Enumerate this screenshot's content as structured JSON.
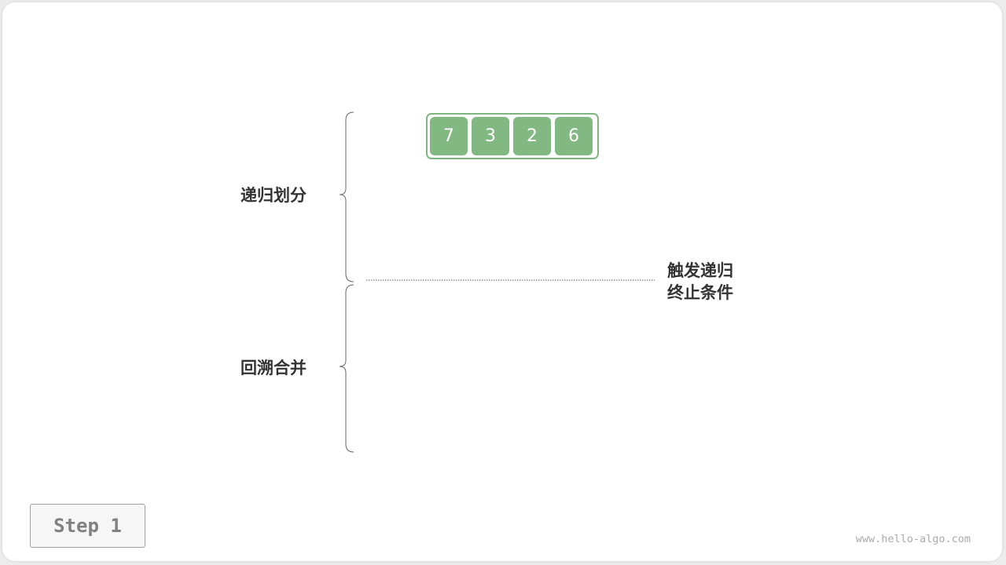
{
  "labels": {
    "divide": "递归划分",
    "merge": "回溯合并",
    "condition_line1": "触发递归",
    "condition_line2": "终止条件"
  },
  "array": [
    7,
    3,
    2,
    6
  ],
  "step": "Step 1",
  "watermark": "www.hello-algo.com",
  "colors": {
    "cell_fill": "#82b882",
    "frame_border": "#7fb67f",
    "text": "#333333"
  }
}
